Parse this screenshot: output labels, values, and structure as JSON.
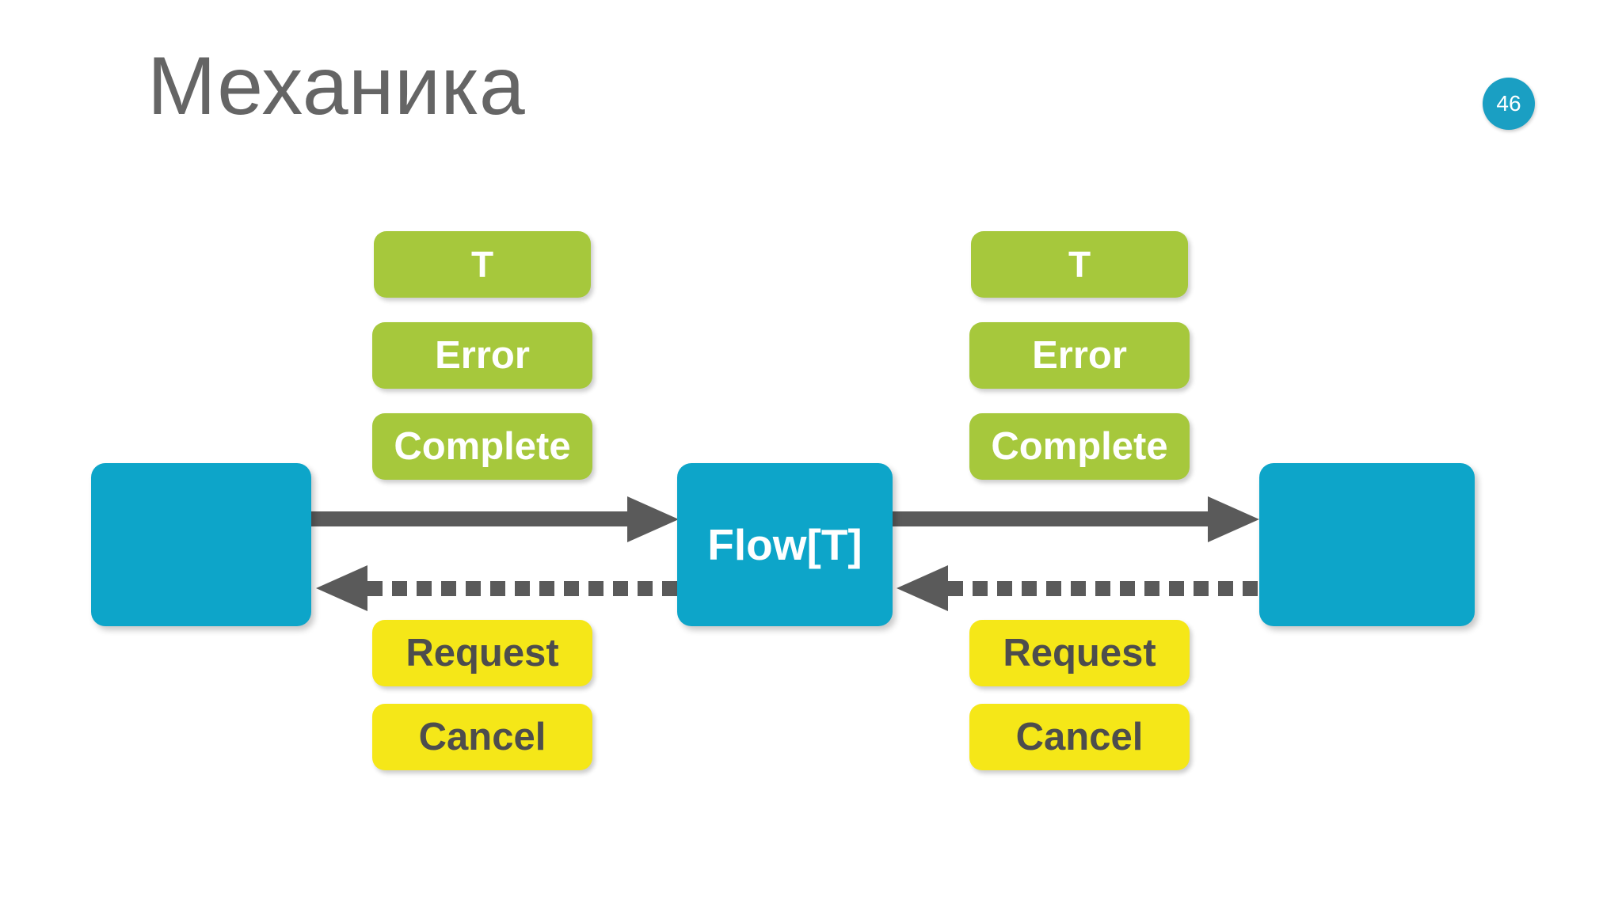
{
  "slide": {
    "title": "Механика",
    "page_number": "46",
    "background_color": "#FFFFFF",
    "title_color": "#656565",
    "badge_color": "#1A9FC3"
  },
  "colors": {
    "green": "#A6C83C",
    "yellow": "#F5E718",
    "blue": "#0DA5C9",
    "arrow_gray": "#5A5A5A",
    "green_text": "#FFFFFF",
    "yellow_text": "#4D4D4D"
  },
  "diagram": {
    "nodes": [
      {
        "name": "consumer-node",
        "label": ""
      },
      {
        "name": "flow-node",
        "label": "Flow[T]"
      },
      {
        "name": "producer-node",
        "label": ""
      }
    ],
    "channels": [
      {
        "name": "left-channel",
        "downstream_labels": [
          "T",
          "Error",
          "Complete"
        ],
        "upstream_labels": [
          "Request",
          "Cancel"
        ],
        "downstream_arrow": "solid-right",
        "upstream_arrow": "dashed-left"
      },
      {
        "name": "right-channel",
        "downstream_labels": [
          "T",
          "Error",
          "Complete"
        ],
        "upstream_labels": [
          "Request",
          "Cancel"
        ],
        "downstream_arrow": "solid-right",
        "upstream_arrow": "dashed-left"
      }
    ]
  }
}
